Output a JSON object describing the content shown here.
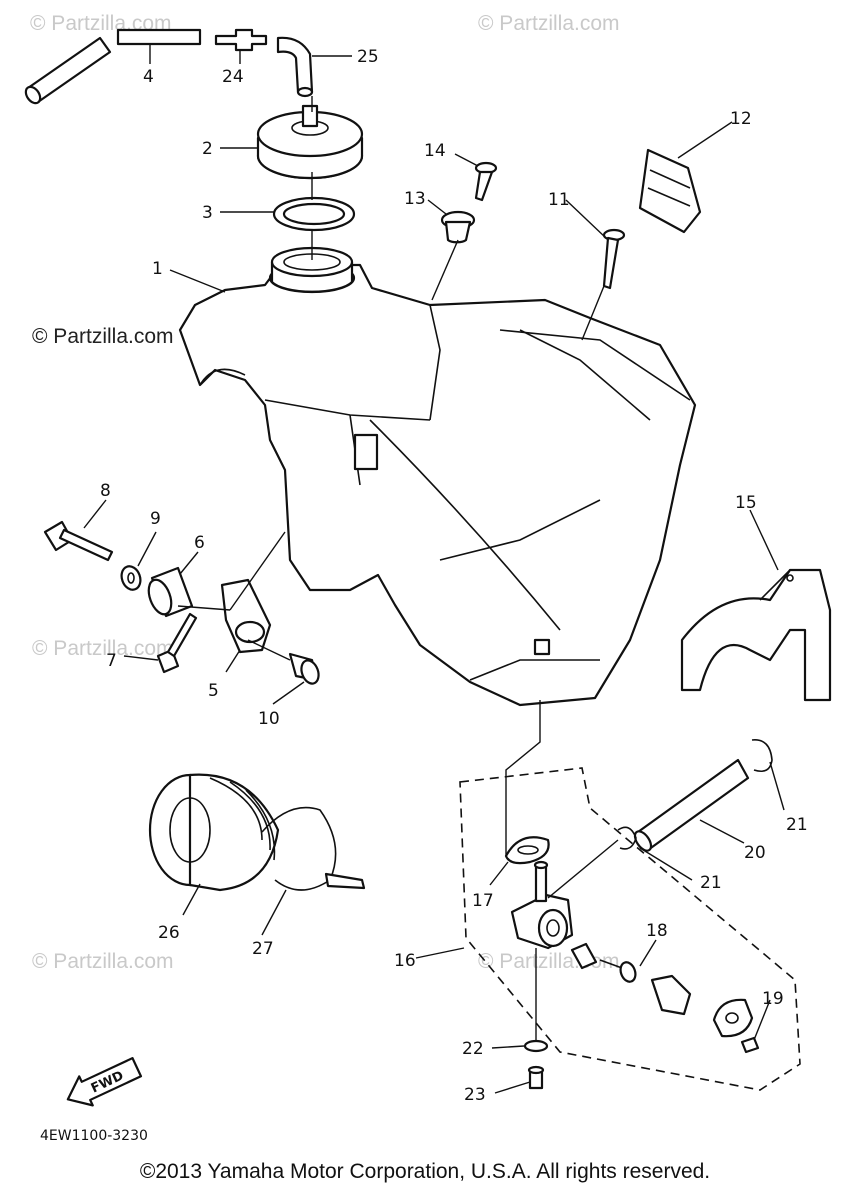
{
  "watermark": "© Partzilla.com",
  "drawing_code": "4EW1100-3230",
  "fwd_label": "FWD",
  "copyright": "©2013  Yamaha Motor Corporation, U.S.A. All rights reserved.",
  "callouts": [
    "1",
    "2",
    "3",
    "4",
    "5",
    "6",
    "7",
    "8",
    "9",
    "10",
    "11",
    "12",
    "13",
    "14",
    "15",
    "16",
    "17",
    "18",
    "19",
    "20",
    "21",
    "21",
    "22",
    "23",
    "24",
    "25",
    "26",
    "27"
  ]
}
